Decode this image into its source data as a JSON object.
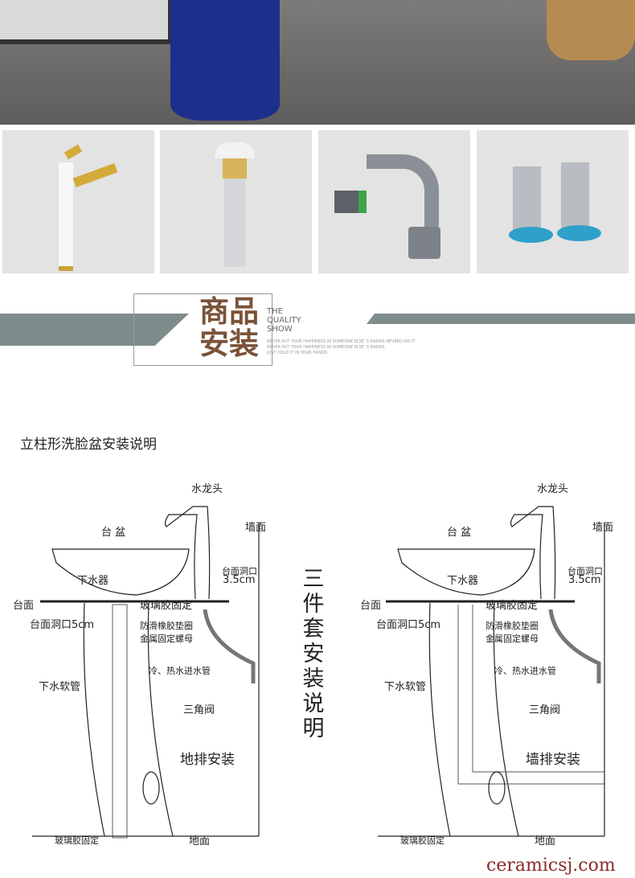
{
  "banner": {
    "title_line1": "商品",
    "title_line2": "安装",
    "sub1": "THE",
    "sub2": "QUALITY",
    "sub3": "SHOW",
    "small1": "NEVER PUT YOUR HAPPINESS IN SOMEONE ELSE' S HANDS NEVERD DO IT",
    "small2": "NEVER PUT YOUR HAPPINESS IN SOMEONE ELSE' S HANDS",
    "small3": "JUST HOLD IT IN YOUR HANDS",
    "brown": "#7a5238",
    "gray": "#7f8c8c"
  },
  "section_title": "立柱形洗脸盆安装说明",
  "center_title": "三件套安装说明",
  "left": {
    "faucet": "水龙头",
    "basin": "台 盆",
    "wall": "墙面",
    "drain": "下水器",
    "counter_hole": "台面洞口",
    "hole_size": "3.5cm",
    "counter": "台面",
    "glue": "玻璃胶固定",
    "hole5": "台面洞口5cm",
    "gasket": "防滑橡胶垫圈",
    "nut": "金属固定螺母",
    "hose_in": "冷、热水进水管",
    "drain_hose": "下水软管",
    "angle_valve": "三角阀",
    "mode": "地排安装",
    "glue_bottom": "玻璃胶固定",
    "floor": "地面"
  },
  "right": {
    "faucet": "水龙头",
    "basin": "台 盆",
    "wall": "墙面",
    "drain": "下水器",
    "counter_hole": "台面洞口",
    "hole_size": "3.5cm",
    "counter": "台面",
    "glue": "玻璃胶固定",
    "hole5": "台面洞口5cm",
    "gasket": "防滑橡胶垫圈",
    "nut": "金属固定螺母",
    "hose_in": "冷、热水进水管",
    "drain_hose": "下水软管",
    "angle_valve": "三角阀",
    "mode": "墙排安装",
    "glue_bottom": "玻璃胶固定",
    "floor": "地面"
  },
  "watermark": "ceramicsj.com"
}
